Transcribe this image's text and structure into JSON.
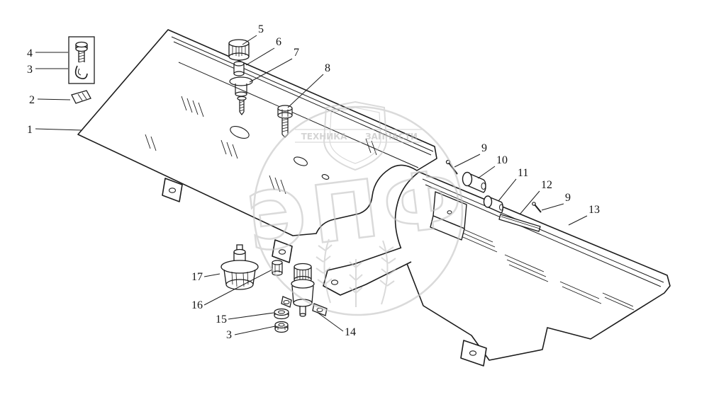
{
  "page": {
    "background": "#ffffff",
    "line_color": "#1c1c1c"
  },
  "diagram": {
    "kind": "exploded-parts-line-drawing"
  },
  "callouts": [
    {
      "label": "4"
    },
    {
      "label": "3"
    },
    {
      "label": "2"
    },
    {
      "label": "1"
    },
    {
      "label": "5"
    },
    {
      "label": "6"
    },
    {
      "label": "7"
    },
    {
      "label": "8"
    },
    {
      "label": "9"
    },
    {
      "label": "10"
    },
    {
      "label": "11"
    },
    {
      "label": "12"
    },
    {
      "label": "9"
    },
    {
      "label": "13"
    },
    {
      "label": "17"
    },
    {
      "label": "16"
    },
    {
      "label": "15"
    },
    {
      "label": "3"
    },
    {
      "label": "14"
    }
  ],
  "watermark": {
    "letters": "ЭПФ",
    "banner_left": "ТЕХНИКА",
    "banner_right": "ЗАПЧАСТИ",
    "color": "#c3c3c3"
  }
}
